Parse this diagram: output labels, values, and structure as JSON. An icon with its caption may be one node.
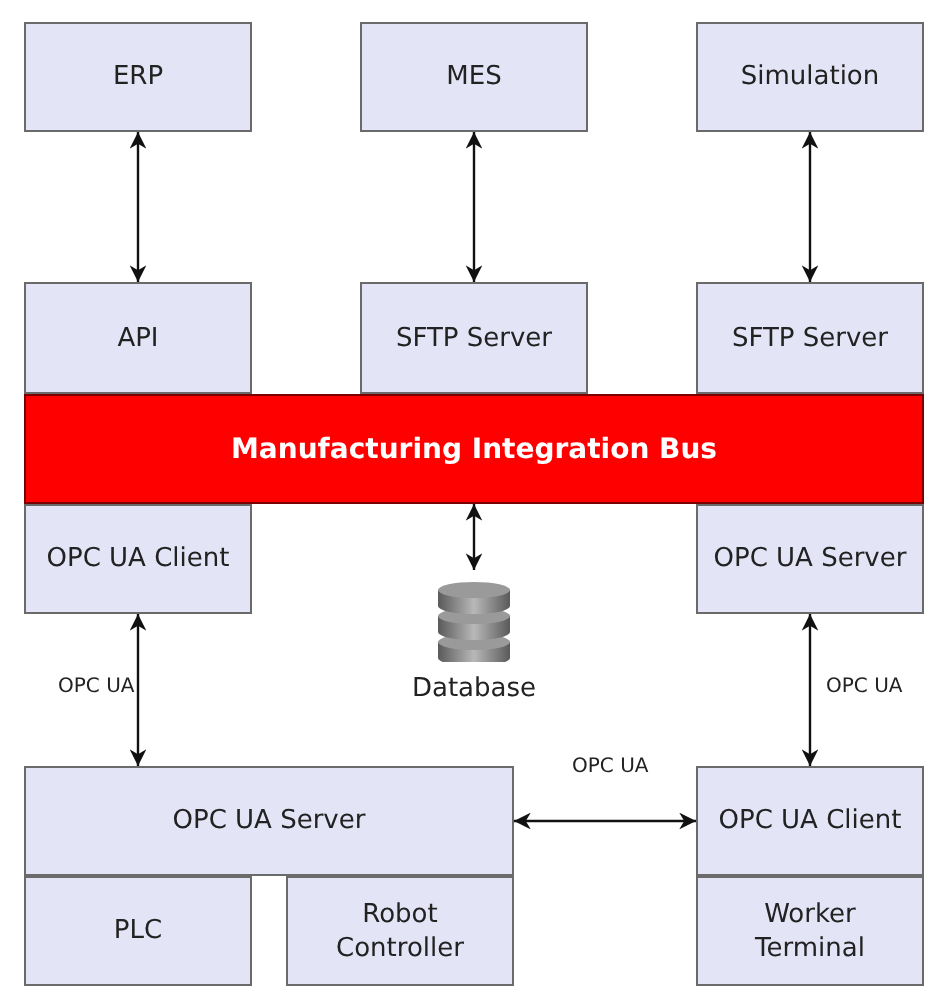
{
  "diagram": {
    "nodes": [
      {
        "text": [
          "ERP"
        ]
      },
      {
        "text": [
          "MES"
        ]
      },
      {
        "text": [
          "Simulation"
        ]
      },
      {
        "text": [
          "API"
        ]
      },
      {
        "text": [
          "SFTP Server"
        ]
      },
      {
        "text": [
          "SFTP Server"
        ]
      },
      {
        "text": [
          "Manufacturing Integration Bus"
        ]
      },
      {
        "text": [
          "OPC UA Client"
        ]
      },
      {
        "text": [
          "Database"
        ]
      },
      {
        "text": [
          "OPC UA Server"
        ]
      },
      {
        "text": [
          "OPC UA Server"
        ]
      },
      {
        "text": [
          "OPC UA Client"
        ]
      },
      {
        "text": [
          "PLC"
        ]
      },
      {
        "text": [
          "Robot Controller"
        ]
      },
      {
        "text": [
          "Worker Terminal"
        ]
      }
    ],
    "edges": [
      {
        "from": 0,
        "to": 3,
        "arrow": "both"
      },
      {
        "from": 1,
        "to": 4,
        "arrow": "both"
      },
      {
        "from": 2,
        "to": 5,
        "arrow": "both"
      },
      {
        "from": 6,
        "to": 8,
        "arrow": "both"
      },
      {
        "from": 7,
        "to": 10,
        "arrow": "both",
        "label": "OPC UA"
      },
      {
        "from": 9,
        "to": 11,
        "arrow": "both",
        "label": "OPC UA"
      },
      {
        "from": 10,
        "to": 11,
        "arrow": "both",
        "label": "OPC UA"
      }
    ]
  }
}
